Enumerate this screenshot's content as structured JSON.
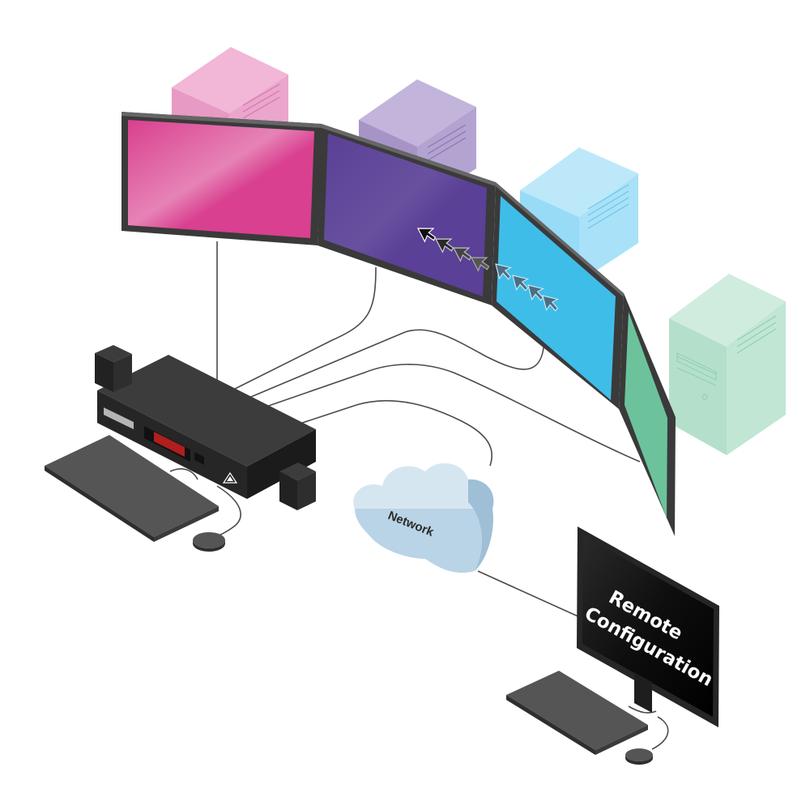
{
  "labels": {
    "network": "Network",
    "remote_line1": "Remote",
    "remote_line2": "Configuration"
  },
  "colors": {
    "pink": "#d9408f",
    "purple": "#5a4096",
    "blue": "#3fbde9",
    "green": "#6cc39b",
    "switch_body": "#2e2e2e",
    "cloud": "#b9d4e6",
    "indicator": "#b01e1e"
  },
  "icons": [
    "computer-tower-icon",
    "monitor-icon",
    "kvm-switch-icon",
    "keyboard-icon",
    "mouse-icon",
    "speaker-icon",
    "cloud-icon",
    "cursor-icon"
  ]
}
